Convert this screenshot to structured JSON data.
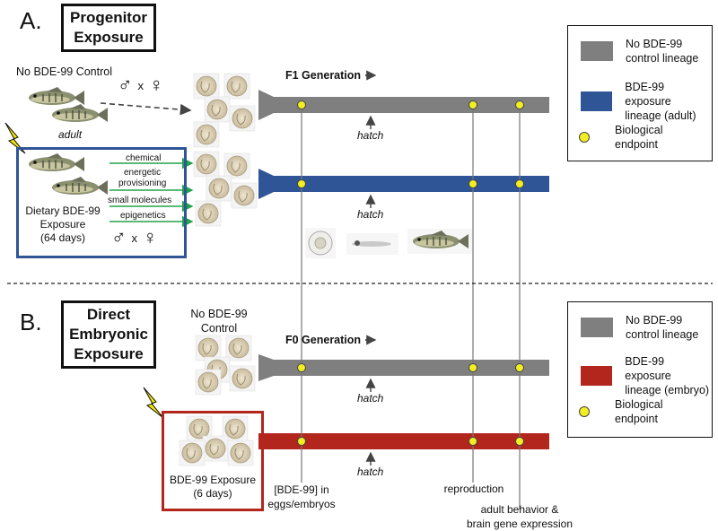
{
  "panel_a": {
    "letter": "A.",
    "title_line1": "Progenitor",
    "title_line2": "Exposure",
    "control_label": "No BDE-99 Control",
    "adult_label": "adult",
    "cross_male": "♂",
    "cross_x": "x",
    "cross_female": "♀",
    "generation_label": "F1 Generation",
    "hatch_top": "hatch",
    "hatch_bottom": "hatch",
    "exposure_line1": "Dietary BDE-99",
    "exposure_line2": "Exposure",
    "exposure_line3": "(64 days)",
    "transfer": {
      "chemical": "chemical",
      "energetic1": "energetic",
      "energetic2": "provisioning",
      "small_molecules": "small molecules",
      "epigenetics": "epigenetics"
    }
  },
  "panel_b": {
    "letter": "B.",
    "title_line1": "Direct",
    "title_line2": "Embryonic",
    "title_line3": "Exposure",
    "control_line1": "No BDE-99",
    "control_line2": "Control",
    "generation_label": "F0 Generation",
    "hatch_top": "hatch",
    "hatch_bottom": "hatch",
    "exposure_line1": "BDE-99 Exposure",
    "exposure_line2": "(6 days)"
  },
  "legend_a": {
    "control_line1": "No BDE-99",
    "control_line2": "control lineage",
    "exposure_line1": "BDE-99 exposure",
    "exposure_line2": "lineage (adult)",
    "endpoint_line1": "Biological",
    "endpoint_line2": "endpoint"
  },
  "legend_b": {
    "control_line1": "No BDE-99",
    "control_line2": "control lineage",
    "exposure_line1": "BDE-99 exposure",
    "exposure_line2": "lineage (embryo)",
    "endpoint_line1": "Biological",
    "endpoint_line2": "endpoint"
  },
  "endpoints": {
    "e1_line1": "[BDE-99] in",
    "e1_line2": "eggs/embryos",
    "e2": "reproduction",
    "e3_line1": "adult behavior &",
    "e3_line2": "brain gene expression"
  },
  "colors": {
    "control": "#7f7f7f",
    "adult_exposure": "#2f5597",
    "embryo_exposure": "#b3261e",
    "endpoint": "#f2ee22",
    "transfer_arrow": "#22a44a"
  }
}
